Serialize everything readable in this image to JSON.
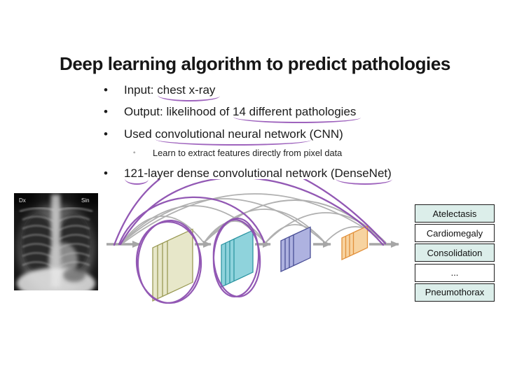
{
  "slide_title": "Deep learning algorithm to predict pathologies",
  "bullets": {
    "marker": "•",
    "sub_marker": "◦",
    "input": {
      "pre": "Input: ",
      "underlined": "chest x-ray"
    },
    "output": {
      "pre": "Output: likelihood of ",
      "underlined": "14 different pathologies"
    },
    "cnn": {
      "pre": "Used ",
      "underlined": "convolutional neural network",
      "post": " (CNN)"
    },
    "cnn_note": "Learn to extract features directly from pixel data",
    "densenet": {
      "u1": "121",
      "mid": "-layer dense convolutional network (",
      "u2": "DenseNet",
      "post": ")"
    }
  },
  "xray": {
    "corner_label_left": "Dx",
    "corner_label_right": "Sin"
  },
  "diagram": {
    "blocks": [
      {
        "name": "dense-block-1",
        "fill": "#e7e7c9",
        "stroke": "#9a9a55"
      },
      {
        "name": "dense-block-2",
        "fill": "#8fd3dc",
        "stroke": "#2e96a3"
      },
      {
        "name": "dense-block-3",
        "fill": "#aeb2e0",
        "stroke": "#4a4f96"
      },
      {
        "name": "dense-block-4",
        "fill": "#f7d3a0",
        "stroke": "#e2913c"
      }
    ],
    "arrow_color": "#a6a6a6",
    "skip_arc_color": "#b0b0b0",
    "annotation_color": "#8d50b0"
  },
  "pathologies": [
    "Atelectasis",
    "Cardiomegaly",
    "Consolidation",
    "...",
    "Pneumothorax"
  ],
  "colors": {
    "underline": "#9e63bd",
    "table_row_tint": "#dceeea",
    "table_border": "#1c1c1c",
    "title_text": "#161616"
  }
}
